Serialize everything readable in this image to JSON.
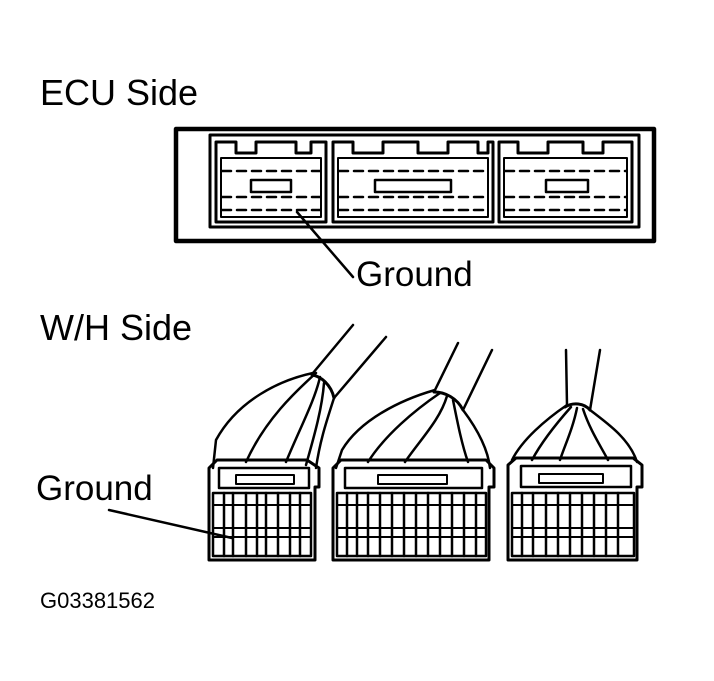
{
  "labels": {
    "ecu_side": "ECU Side",
    "ecu_ground": "Ground",
    "wh_side": "W/H Side",
    "wh_ground": "Ground",
    "figure_code": "G03381562"
  },
  "ecu_connector": {
    "sections": 3
  },
  "wh_connectors": {
    "count": 3
  }
}
